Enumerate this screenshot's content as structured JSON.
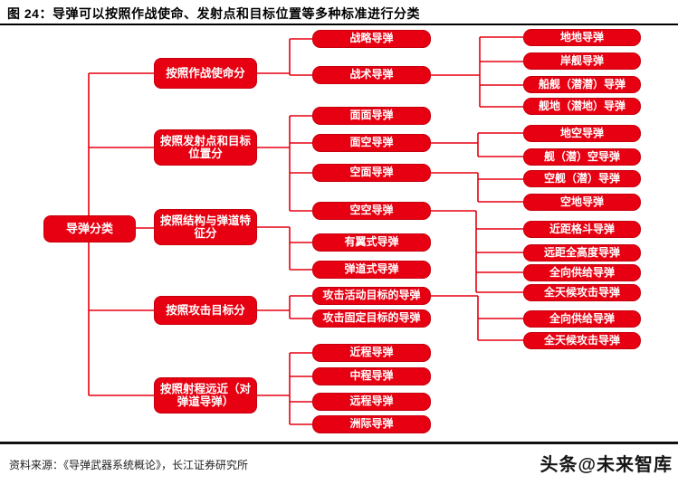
{
  "title": "图 24：导弹可以按照作战使命、发射点和目标位置等多种标准进行分类",
  "footer": {
    "source": "资料来源：《导弹武器系统概论》，长江证券研究所",
    "watermark": "头条@未来智库"
  },
  "colors": {
    "accent": "#e60012",
    "rule": "#000000",
    "text_on_accent": "#ffffff"
  },
  "tree": {
    "root": {
      "label": "导弹分类"
    },
    "branches": [
      {
        "label": "按照作战使命分",
        "children": [
          {
            "label": "战略导弹",
            "children": []
          },
          {
            "label": "战术导弹",
            "children": [
              "地地导弹",
              "岸舰导弹",
              "船舰（潜潜）导弹",
              "舰地（潜地）导弹"
            ]
          }
        ]
      },
      {
        "label": "按照发射点和目标位置分",
        "children": [
          {
            "label": "面面导弹",
            "children": []
          },
          {
            "label": "面空导弹",
            "children": [
              "地空导弹",
              "舰（潜）空导弹"
            ]
          },
          {
            "label": "空面导弹",
            "children": [
              "空舰（潜）导弹",
              "空地导弹"
            ]
          },
          {
            "label": "空空导弹",
            "children": [
              "近距格斗导弹",
              "远距全高度导弹",
              "全向供给导弹",
              "全天候攻击导弹"
            ]
          }
        ]
      },
      {
        "label": "按照结构与弹道特征分",
        "children": [
          {
            "label": "有翼式导弹",
            "children": []
          },
          {
            "label": "弹道式导弹",
            "children": []
          }
        ]
      },
      {
        "label": "按照攻击目标分",
        "children": [
          {
            "label": "攻击活动目标的导弹",
            "children": [
              "全向供给导弹",
              "全天候攻击导弹"
            ]
          },
          {
            "label": "攻击固定目标的导弹",
            "children": []
          }
        ]
      },
      {
        "label": "按照射程远近（对弹道导弹）",
        "children": [
          {
            "label": "近程导弹",
            "children": []
          },
          {
            "label": "中程导弹",
            "children": []
          },
          {
            "label": "远程导弹",
            "children": []
          },
          {
            "label": "洲际导弹",
            "children": []
          }
        ]
      }
    ]
  }
}
